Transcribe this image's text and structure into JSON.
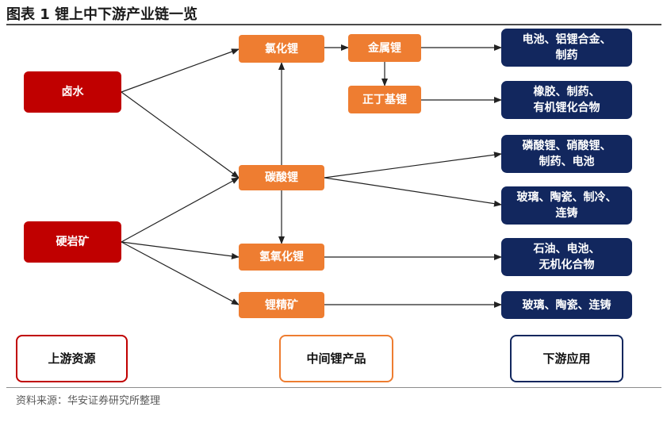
{
  "title": "图表 1 锂上中下游产业链一览",
  "sources": {
    "brine": "卤水",
    "spodumene": "硬岩矿"
  },
  "intermediates": {
    "lithium_chloride": "氯化锂",
    "lithium_carbonate": "碳酸锂",
    "lithium_hydroxide": "氢氧化锂",
    "lithium_concentrate": "锂精矿",
    "lithium_metal": "金属锂",
    "butyl_lithium": "正丁基锂"
  },
  "applications": [
    [
      "电池、铝锂合金、",
      "制药"
    ],
    [
      "橡胶、制药、",
      "有机锂化合物"
    ],
    [
      "磷酸锂、硝酸锂、",
      "制药、电池"
    ],
    [
      "玻璃、陶瓷、制冷、",
      "连铸"
    ],
    [
      "石油、电池、",
      "无机化合物"
    ],
    [
      "玻璃、陶瓷、连铸"
    ]
  ],
  "legend": {
    "upstream": "上游资源",
    "midstream": "中间锂产品",
    "downstream": "下游应用"
  },
  "source_note": "资料来源：华安证券研究所整理",
  "colors": {
    "upstream": "#c00000",
    "midstream": "#ee7d31",
    "downstream": "#12275e",
    "arrow": "#222222"
  }
}
